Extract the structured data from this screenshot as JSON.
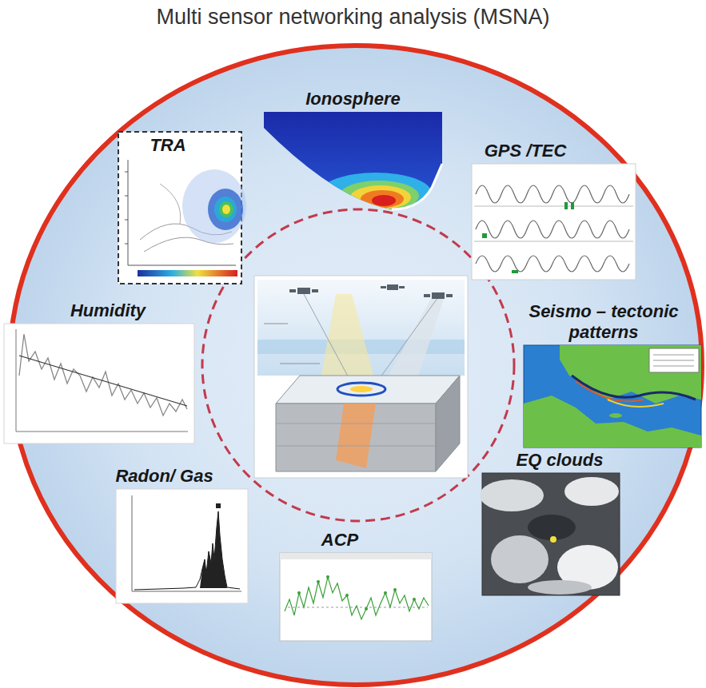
{
  "diagram": {
    "title": "Multi sensor networking analysis (MSNA)",
    "nodes": [
      {
        "text": [
          "Ionosphere"
        ]
      },
      {
        "text": [
          "TRA"
        ]
      },
      {
        "text": [
          "GPS /TEC"
        ]
      },
      {
        "text": [
          "Humidity"
        ]
      },
      {
        "text": [
          "Seismo – tectonic patterns"
        ]
      },
      {
        "text": [
          "Radon/ Gas"
        ]
      },
      {
        "text": [
          "EQ clouds"
        ]
      },
      {
        "text": [
          "ACP"
        ]
      }
    ]
  }
}
